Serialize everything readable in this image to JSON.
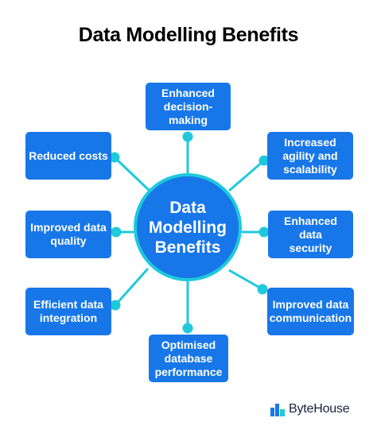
{
  "title": "Data Modelling Benefits",
  "center": {
    "line1": "Data",
    "line2": "Modelling",
    "line3": "Benefits"
  },
  "benefits": {
    "top": [
      "Enhanced",
      "decision-",
      "making"
    ],
    "top_right": [
      "Increased",
      "agility and",
      "scalability"
    ],
    "right": [
      "Enhanced data",
      "security"
    ],
    "bottom_right": [
      "Improved data",
      "communication"
    ],
    "bottom": [
      "Optimised",
      "database",
      "performance"
    ],
    "bottom_left": [
      "Efficient data",
      "integration"
    ],
    "left": [
      "Improved data",
      "quality"
    ],
    "top_left": [
      "Reduced costs"
    ]
  },
  "brand": {
    "name": "ByteHouse",
    "icon": "bytehouse-logo-icon"
  },
  "colors": {
    "box": "#1877e8",
    "connector": "#1ec9dc",
    "title": "#000000"
  }
}
